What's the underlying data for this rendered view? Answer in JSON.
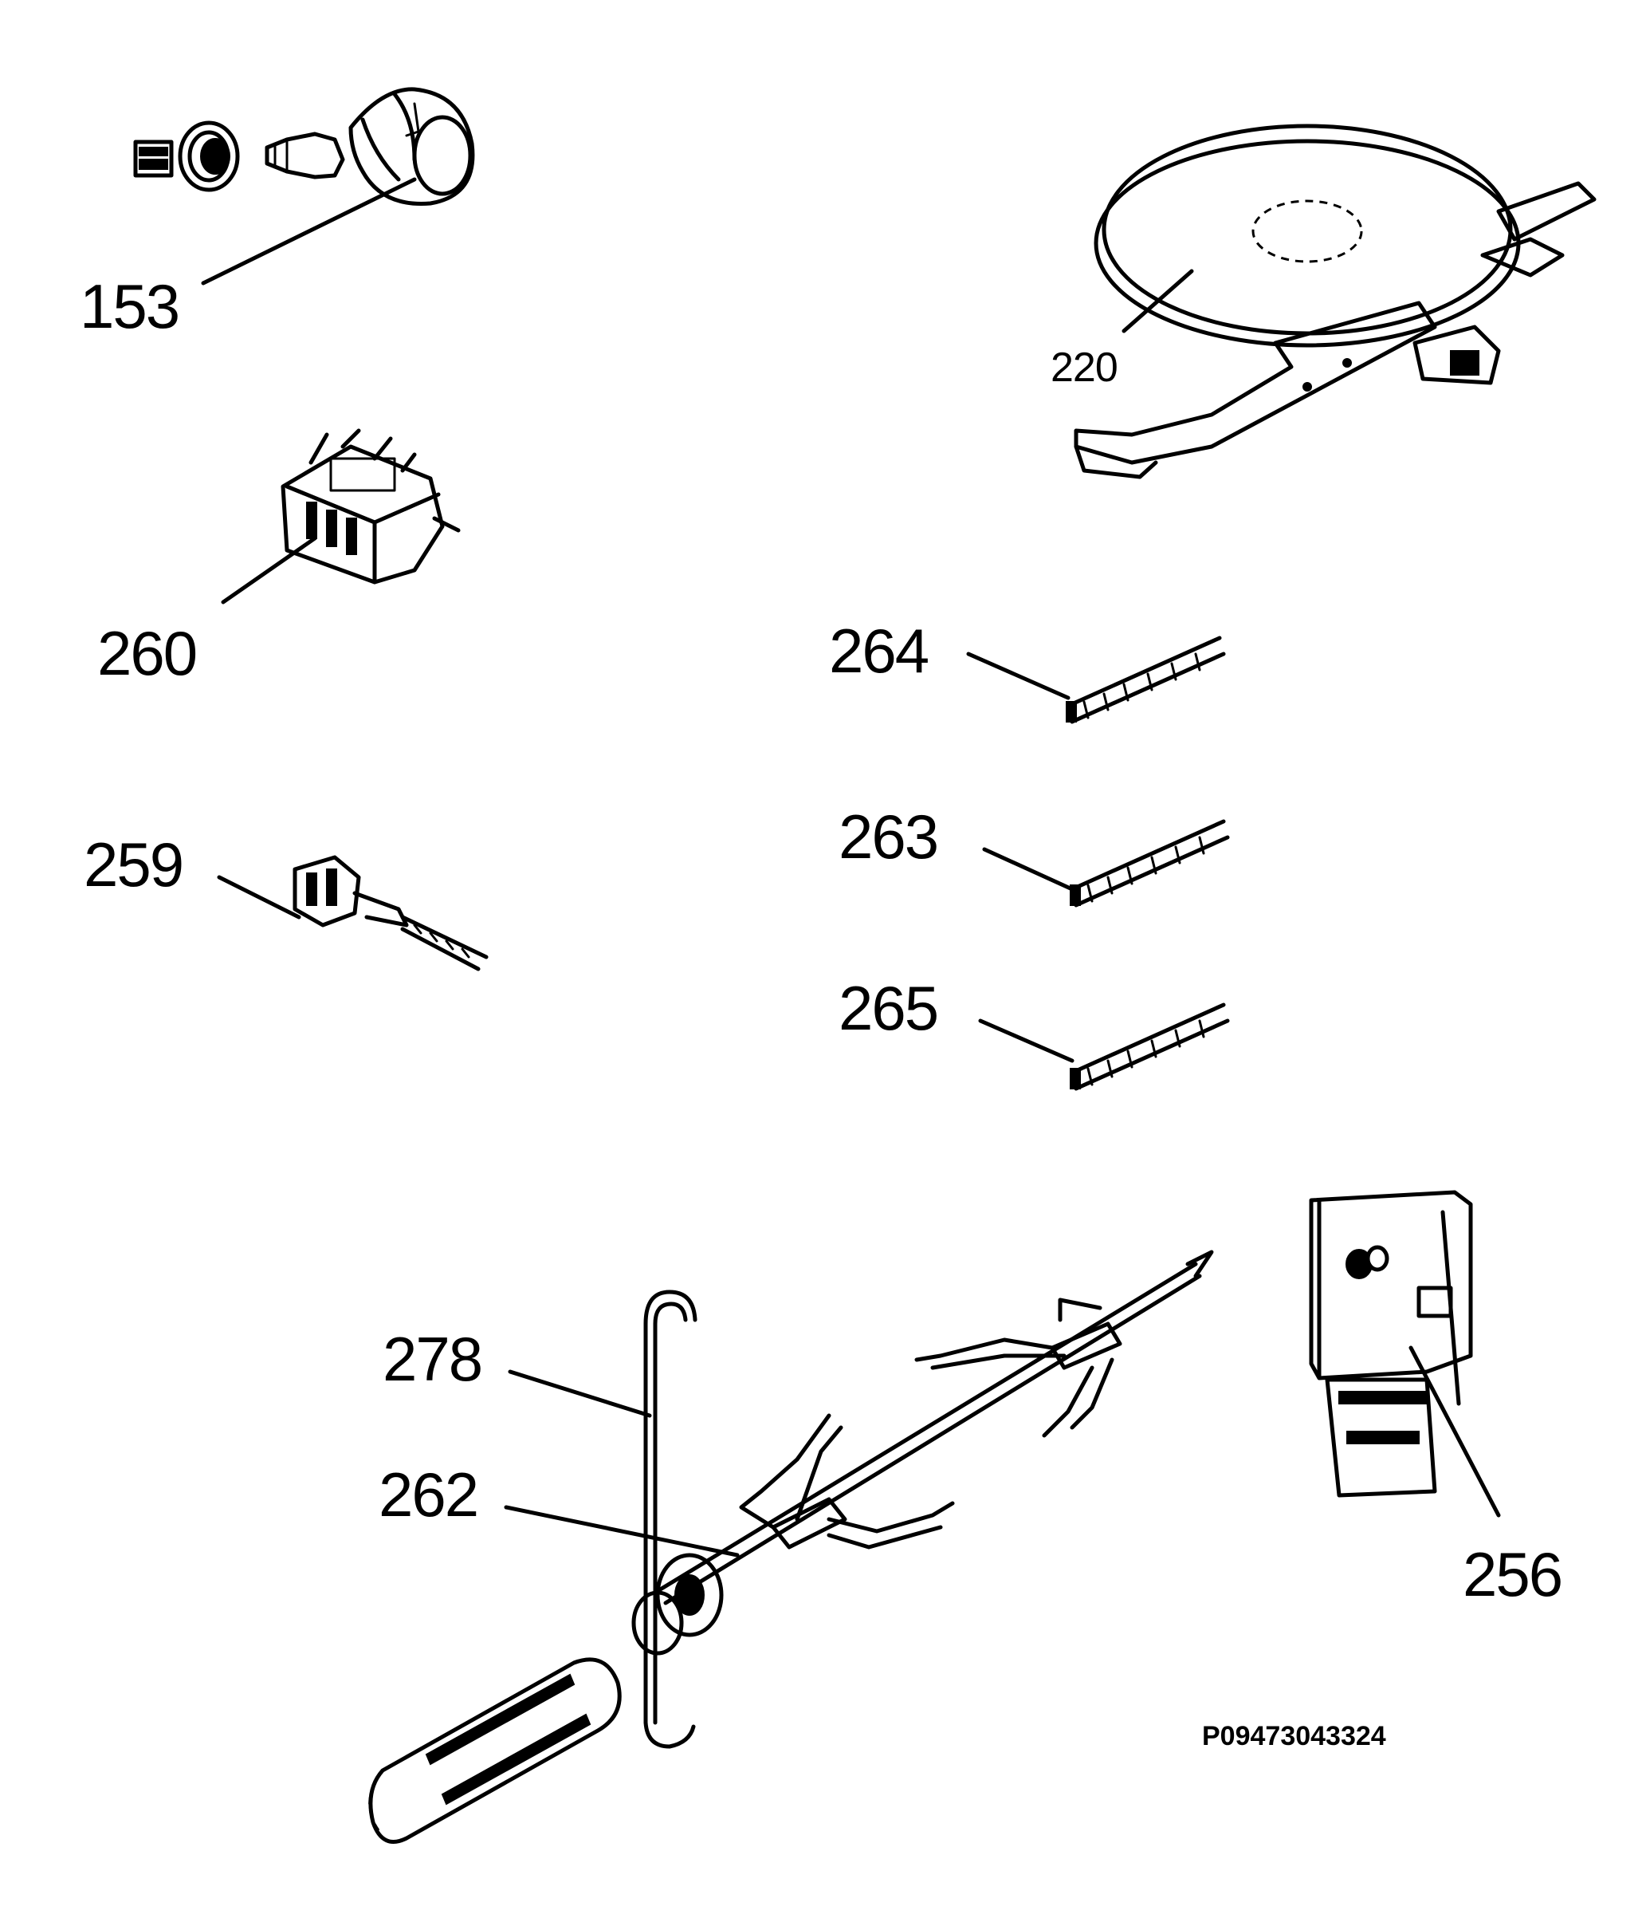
{
  "diagram": {
    "drawing_code": "P09473043324",
    "parts": [
      {
        "id": "part-153",
        "label": "153"
      },
      {
        "id": "part-220",
        "label": "220"
      },
      {
        "id": "part-260",
        "label": "260"
      },
      {
        "id": "part-264",
        "label": "264"
      },
      {
        "id": "part-259",
        "label": "259"
      },
      {
        "id": "part-263",
        "label": "263"
      },
      {
        "id": "part-265",
        "label": "265"
      },
      {
        "id": "part-278",
        "label": "278"
      },
      {
        "id": "part-262",
        "label": "262"
      },
      {
        "id": "part-256",
        "label": "256"
      }
    ]
  }
}
